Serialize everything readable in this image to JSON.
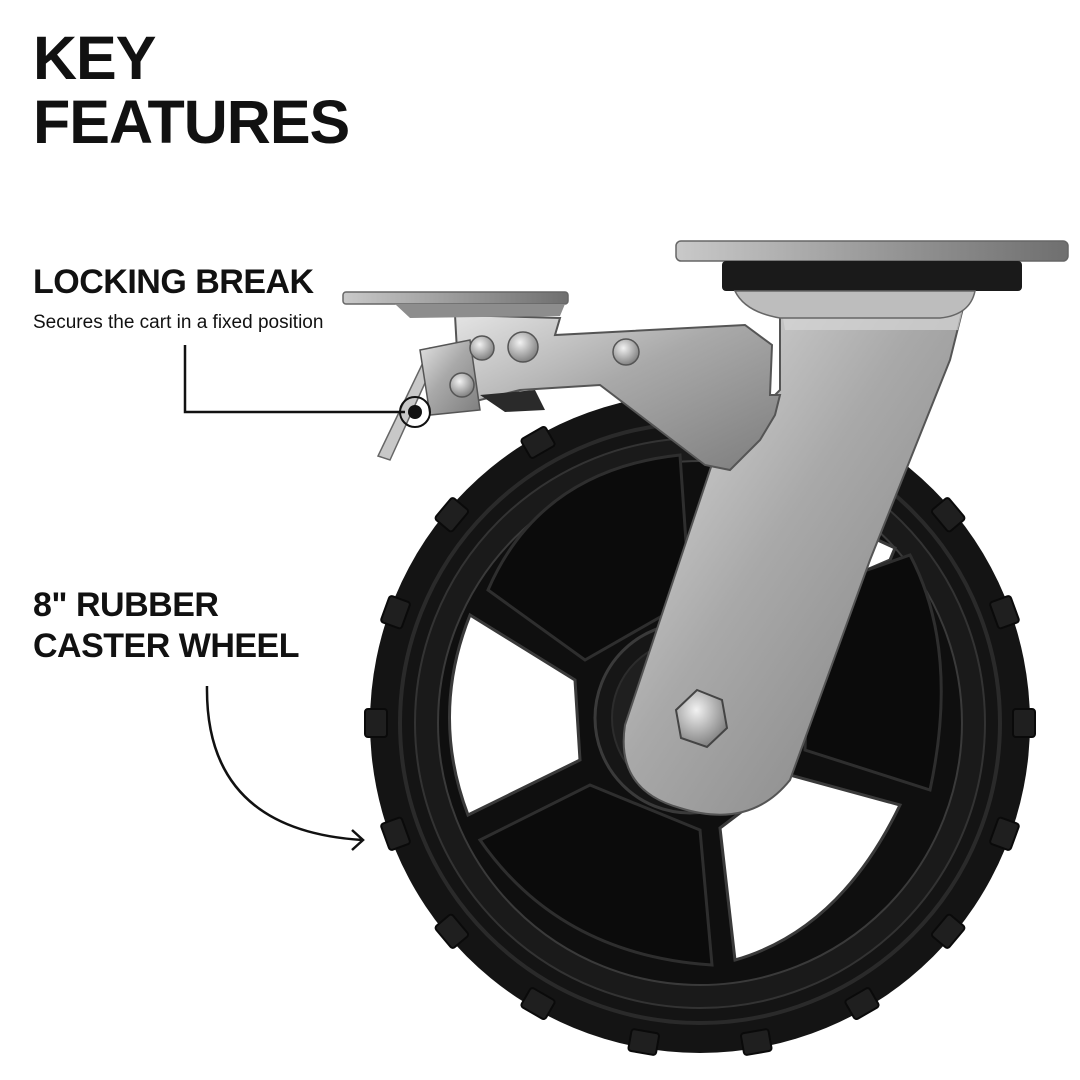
{
  "page": {
    "title_line1": "KEY",
    "title_line2": "FEATURES"
  },
  "features": [
    {
      "title": "LOCKING BREAK",
      "description": "Secures the cart in a fixed position",
      "callout_type": "elbow-line-with-target-dot"
    },
    {
      "title_line1": "8\" RUBBER",
      "title_line2": "CASTER WHEEL",
      "callout_type": "curved-arrow"
    }
  ],
  "product": {
    "name": "swivel caster with locking brake",
    "wheel_color": "#151515",
    "metal_color": "#b8b8b8"
  },
  "colors": {
    "background": "#ffffff",
    "text": "#111111"
  }
}
